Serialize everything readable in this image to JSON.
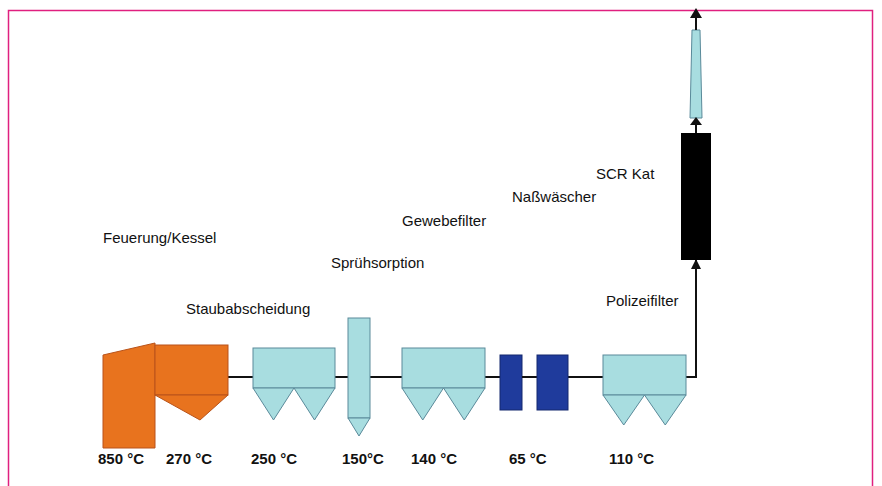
{
  "diagram": {
    "nodes": [
      {
        "text": [
          "Feuerung/Kessel",
          "850 °C",
          "270 °C"
        ]
      },
      {
        "text": [
          "Staubabscheidung",
          "250 °C"
        ]
      },
      {
        "text": [
          "Sprühsorption",
          "150°C"
        ]
      },
      {
        "text": [
          "Gewebefilter",
          "140 °C"
        ]
      },
      {
        "text": [
          "Naßwäscher",
          "65 °C"
        ]
      },
      {
        "text": [
          "Polizeifilter",
          "110 °C"
        ]
      },
      {
        "text": [
          "SCR Kat"
        ]
      }
    ],
    "edges": [
      {
        "from": 0,
        "to": 1,
        "arrow": "none"
      },
      {
        "from": 1,
        "to": 2,
        "arrow": "none"
      },
      {
        "from": 2,
        "to": 3,
        "arrow": "none"
      },
      {
        "from": 3,
        "to": 4,
        "arrow": "none"
      },
      {
        "from": 4,
        "to": 5,
        "arrow": "none"
      },
      {
        "from": 5,
        "to": 6,
        "arrow": "to"
      }
    ]
  }
}
